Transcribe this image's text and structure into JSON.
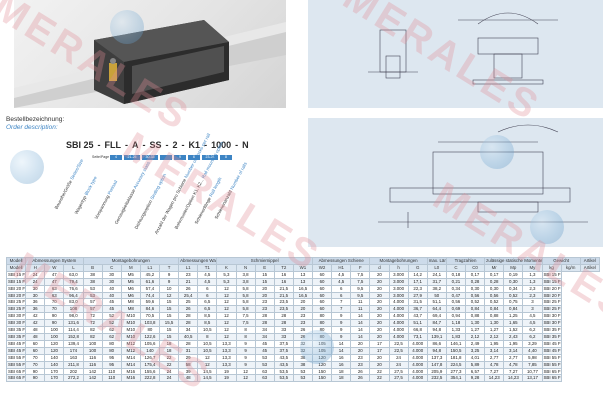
{
  "order": {
    "heading_de": "Bestellbezeichnung:",
    "heading_en": "Order description:",
    "code_parts": [
      "SBI 25",
      "-",
      "FLL",
      "-",
      "A",
      "-",
      "SS",
      "-",
      "2",
      "-",
      "K1",
      "-",
      "1000",
      "-",
      "N"
    ],
    "boxes": [
      "Seite/Page",
      "4",
      "21-25",
      "30-33",
      "",
      "9",
      "6",
      "23-24",
      "8"
    ],
    "labels": [
      {
        "de": "Baureihe/Größe",
        "en": "Series/Size"
      },
      {
        "de": "Wagentyp",
        "en": "Block type"
      },
      {
        "de": "Vorspannung",
        "en": "Preload"
      },
      {
        "de": "Genauigkeitsklasse",
        "en": "Accuracy class"
      },
      {
        "de": "Dichtungsoption",
        "en": "Sealing option"
      },
      {
        "de": "Anzahl der Wagen pro Schiene",
        "en": "Number of blocks per rail"
      },
      {
        "de": "Bohrmuster/Option K1, K2...",
        "en": "Rail mounting option"
      },
      {
        "de": "Schienenlänge",
        "en": "Rail length"
      },
      {
        "de": "Schienenanzahl",
        "en": "Number of rails"
      }
    ]
  },
  "watermark": "MERALES",
  "table": {
    "groups": [
      {
        "label": "Modell\nModel",
        "span": 1
      },
      {
        "label": "Abmessungen System\nMounting dimensions",
        "span": 3
      },
      {
        "label": "Montagebohrungen\nMounting holes",
        "span": 5
      },
      {
        "label": "Abmessungen Wagen\nBlock dimensions",
        "span": 2
      },
      {
        "label": "Schmiernippel\nGrease nipple",
        "span": 5
      },
      {
        "label": "Abmessungen Schiene\nRail dimensions",
        "span": 3
      },
      {
        "label": "Montagebohrungen\nMounting holes",
        "span": 3
      },
      {
        "label": "max. Länge\nMax. length",
        "span": 1
      },
      {
        "label": "Tragzahlen\nLoad rating",
        "span": 2
      },
      {
        "label": "zulässige statische Momente\nPermissible static moment",
        "span": 3
      },
      {
        "label": "Gewicht\nMass",
        "span": 2
      },
      {
        "label": "Artikel\nModel",
        "span": 1
      }
    ],
    "headers": [
      "Modell",
      "H",
      "W",
      "L",
      "B",
      "C",
      "M",
      "L1",
      "T",
      "L1",
      "T1",
      "K",
      "N",
      "E",
      "T2",
      "W1",
      "W2",
      "H1",
      "F",
      "d",
      "h",
      "G",
      "L0",
      "C",
      "C0",
      "Mr",
      "Mp",
      "My",
      "kg",
      "kg/m",
      "Artikel"
    ],
    "rows": [
      [
        "SBI 15 FL",
        "24",
        "47",
        "63,0",
        "38",
        "30",
        "M5",
        "45,2",
        "9",
        "23",
        "4,5",
        "5,3",
        "3,8",
        "15",
        "16",
        "13",
        "60",
        "4,5",
        "7,5",
        "20",
        "3.000",
        "14,2",
        "24,1",
        "0,18",
        "0,17",
        "0,17",
        "0,19",
        "1,3",
        "SBI 15 FL"
      ],
      [
        "SBI 15 FLL",
        "24",
        "47",
        "79,4",
        "38",
        "30",
        "M5",
        "61,6",
        "9",
        "21",
        "4,5",
        "5,3",
        "3,8",
        "15",
        "16",
        "13",
        "60",
        "4,5",
        "7,5",
        "20",
        "3.000",
        "17,1",
        "31,7",
        "0,21",
        "0,28",
        "0,28",
        "0,30",
        "1,3",
        "SBI 15 FLL"
      ],
      [
        "SBI 20 FL",
        "30",
        "63",
        "76,6",
        "53",
        "40",
        "M6",
        "57,4",
        "10",
        "26",
        "6",
        "12",
        "5,8",
        "20",
        "21,5",
        "16,5",
        "60",
        "6",
        "9,5",
        "20",
        "3.000",
        "22,3",
        "38,2",
        "0,34",
        "0,30",
        "0,30",
        "0,34",
        "2,3",
        "SBI 20 FL"
      ],
      [
        "SBI 20 FLL",
        "30",
        "63",
        "96,4",
        "53",
        "40",
        "M6",
        "74,4",
        "12",
        "25,4",
        "6",
        "12",
        "5,8",
        "20",
        "21,5",
        "16,5",
        "60",
        "6",
        "9,5",
        "20",
        "3.000",
        "27,9",
        "50",
        "0,47",
        "0,56",
        "0,56",
        "0,52",
        "2,3",
        "SBI 20 FLL"
      ],
      [
        "SBI 25 FL",
        "36",
        "70",
        "83,0",
        "57",
        "45",
        "M8",
        "59,6",
        "15",
        "25",
        "6,5",
        "12",
        "5,8",
        "23",
        "23,5",
        "20",
        "60",
        "7",
        "11",
        "20",
        "4.000",
        "31,5",
        "51,1",
        "0,56",
        "0,52",
        "0,52",
        "0,75",
        "3",
        "SBI 25 FL"
      ],
      [
        "SBI 25 FLL",
        "36",
        "70",
        "108",
        "57",
        "45",
        "M8",
        "84,6",
        "15",
        "26",
        "6,5",
        "12",
        "5,8",
        "23",
        "23,5",
        "20",
        "60",
        "7",
        "11",
        "20",
        "4.000",
        "36,7",
        "64,4",
        "0,69",
        "0,84",
        "0,84",
        "0,84",
        "3",
        "SBI 25 FLL"
      ],
      [
        "SBI 30 FL",
        "42",
        "90",
        "98,0",
        "72",
        "52",
        "M10",
        "70,5",
        "15",
        "28",
        "8,5",
        "12",
        "7,5",
        "28",
        "28",
        "23",
        "80",
        "9",
        "14",
        "20",
        "4.000",
        "43,7",
        "69,4",
        "0,94",
        "0,88",
        "0,88",
        "1,25",
        "4,5",
        "SBI 30 FL"
      ],
      [
        "SBI 30 FLL",
        "42",
        "90",
        "131,6",
        "72",
        "52",
        "M10",
        "103,8",
        "15,5",
        "28",
        "8,5",
        "12",
        "7,5",
        "28",
        "28",
        "23",
        "80",
        "9",
        "14",
        "20",
        "4.000",
        "51,1",
        "84,7",
        "1,18",
        "1,30",
        "1,30",
        "1,65",
        "4,5",
        "SBI 30 FLL"
      ],
      [
        "SBI 35 FL",
        "48",
        "100",
        "114,4",
        "82",
        "62",
        "M10",
        "80",
        "15",
        "34",
        "10,5",
        "12",
        "8",
        "34",
        "33",
        "26",
        "80",
        "9",
        "14",
        "20",
        "4.000",
        "66,8",
        "94,8",
        "1,33",
        "1,27",
        "1,27",
        "1,52",
        "6,2",
        "SBI 35 FL"
      ],
      [
        "SBI 35 FLL",
        "48",
        "100",
        "152,8",
        "82",
        "62",
        "M10",
        "122,6",
        "15",
        "40,5",
        "8",
        "12",
        "8",
        "34",
        "33",
        "26",
        "80",
        "9",
        "14",
        "20",
        "4.000",
        "73,1",
        "139,1",
        "1,83",
        "2,12",
        "2,12",
        "2,43",
        "6,2",
        "SBI 35 FLL"
      ],
      [
        "SBI 45 FL",
        "60",
        "120",
        "139,4",
        "100",
        "80",
        "M12",
        "105,6",
        "18",
        "28",
        "10,5",
        "13,3",
        "9",
        "45",
        "37,5",
        "32",
        "105",
        "14",
        "20",
        "17",
        "22,5",
        "4.000",
        "86,6",
        "146,1",
        "2,49",
        "1,95",
        "1,95",
        "3,29",
        "SBI 45 FL"
      ],
      [
        "SBI 45 FLL",
        "60",
        "120",
        "174",
        "100",
        "80",
        "M12",
        "140",
        "18",
        "31",
        "10,5",
        "13,3",
        "9",
        "45",
        "37,5",
        "32",
        "105",
        "14",
        "20",
        "17",
        "22,5",
        "4.000",
        "94,8",
        "150,5",
        "3,25",
        "3,14",
        "3,14",
        "4,40",
        "SBI 45 FLL"
      ],
      [
        "SBI 55 FL",
        "70",
        "140",
        "163",
        "116",
        "95",
        "M14",
        "126,7",
        "22",
        "29",
        "12",
        "13,3",
        "9",
        "53",
        "43,5",
        "38",
        "120",
        "16",
        "23",
        "20",
        "24",
        "4.000",
        "137,3",
        "181,8",
        "4,01",
        "2,77",
        "2,77",
        "5,98",
        "SBI 55 FL"
      ],
      [
        "SBI 55 FLL",
        "70",
        "140",
        "211,8",
        "116",
        "95",
        "M14",
        "175,4",
        "22",
        "58",
        "12",
        "13,3",
        "9",
        "53",
        "43,5",
        "38",
        "120",
        "16",
        "23",
        "20",
        "24",
        "4.000",
        "147,8",
        "224,5",
        "5,89",
        "4,78",
        "4,78",
        "7,85",
        "SBI 55 FLL"
      ],
      [
        "SBI 65 FL",
        "90",
        "170",
        "202",
        "142",
        "110",
        "M16",
        "155,6",
        "24",
        "39",
        "14,5",
        "19",
        "12",
        "63",
        "53,5",
        "53",
        "150",
        "18",
        "26",
        "22",
        "27,5",
        "4.000",
        "205,9",
        "277,3",
        "6,57",
        "7,27",
        "7,27",
        "10,77",
        "SBI 65 FL"
      ],
      [
        "SBI 65 FLL",
        "90",
        "170",
        "272,2",
        "142",
        "110",
        "M16",
        "222,8",
        "24",
        "48",
        "14,5",
        "19",
        "12",
        "63",
        "53,5",
        "53",
        "150",
        "18",
        "26",
        "22",
        "27,5",
        "4.000",
        "232,5",
        "354,1",
        "9,28",
        "14,23",
        "14,23",
        "13,17",
        "SBI 65 FLL"
      ]
    ]
  }
}
